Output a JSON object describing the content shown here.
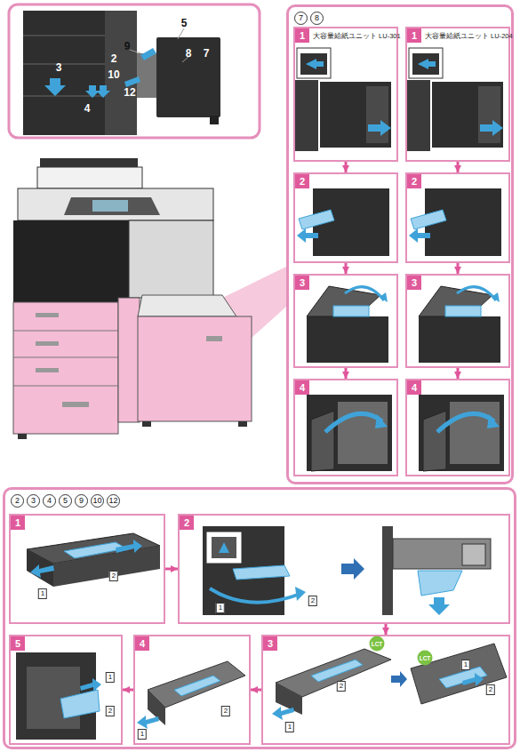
{
  "diagram": {
    "nodes": [
      {
        "text": [
          "7",
          "8"
        ]
      },
      {
        "text": [
          "1",
          "大容量給紙ユニット LU-301"
        ],
        "in": 0
      },
      {
        "text": [
          "1",
          "大容量給紙ユニット LU-204"
        ],
        "in": 0
      },
      {
        "text": [
          "2"
        ],
        "in": 0
      },
      {
        "text": [
          "2"
        ],
        "in": 0
      },
      {
        "text": [
          "3"
        ],
        "in": 0
      },
      {
        "text": [
          "3"
        ],
        "in": 0
      },
      {
        "text": [
          "4"
        ],
        "in": 0
      },
      {
        "text": [
          "4"
        ],
        "in": 0
      },
      {
        "text": [
          "2",
          "3",
          "4",
          "5",
          "9",
          "10",
          "12"
        ]
      },
      {
        "text": [
          "1"
        ],
        "in": 9
      },
      {
        "text": [
          "2"
        ],
        "in": 9
      },
      {
        "text": [
          "5"
        ],
        "in": 9
      },
      {
        "text": [
          "4"
        ],
        "in": 9
      },
      {
        "text": [
          "3"
        ],
        "in": 9
      }
    ],
    "edges": [
      {
        "from": 1,
        "to": 3,
        "arrow": "to"
      },
      {
        "from": 3,
        "to": 5,
        "arrow": "to"
      },
      {
        "from": 5,
        "to": 7,
        "arrow": "to"
      },
      {
        "from": 2,
        "to": 4,
        "arrow": "to"
      },
      {
        "from": 4,
        "to": 6,
        "arrow": "to"
      },
      {
        "from": 6,
        "to": 8,
        "arrow": "to"
      },
      {
        "from": 10,
        "to": 11,
        "arrow": "to"
      },
      {
        "from": 11,
        "to": 14,
        "arrow": "to"
      },
      {
        "from": 14,
        "to": 13,
        "arrow": "to"
      },
      {
        "from": 13,
        "to": 12,
        "arrow": "to"
      }
    ],
    "labels": [
      "5",
      "9",
      "2",
      "8",
      "7",
      "3",
      "10",
      "12",
      "4",
      "1",
      "2",
      "1",
      "2",
      "LCT",
      "2",
      "1",
      "LCT",
      "1",
      "2",
      "1",
      "2",
      "1",
      "2"
    ]
  }
}
